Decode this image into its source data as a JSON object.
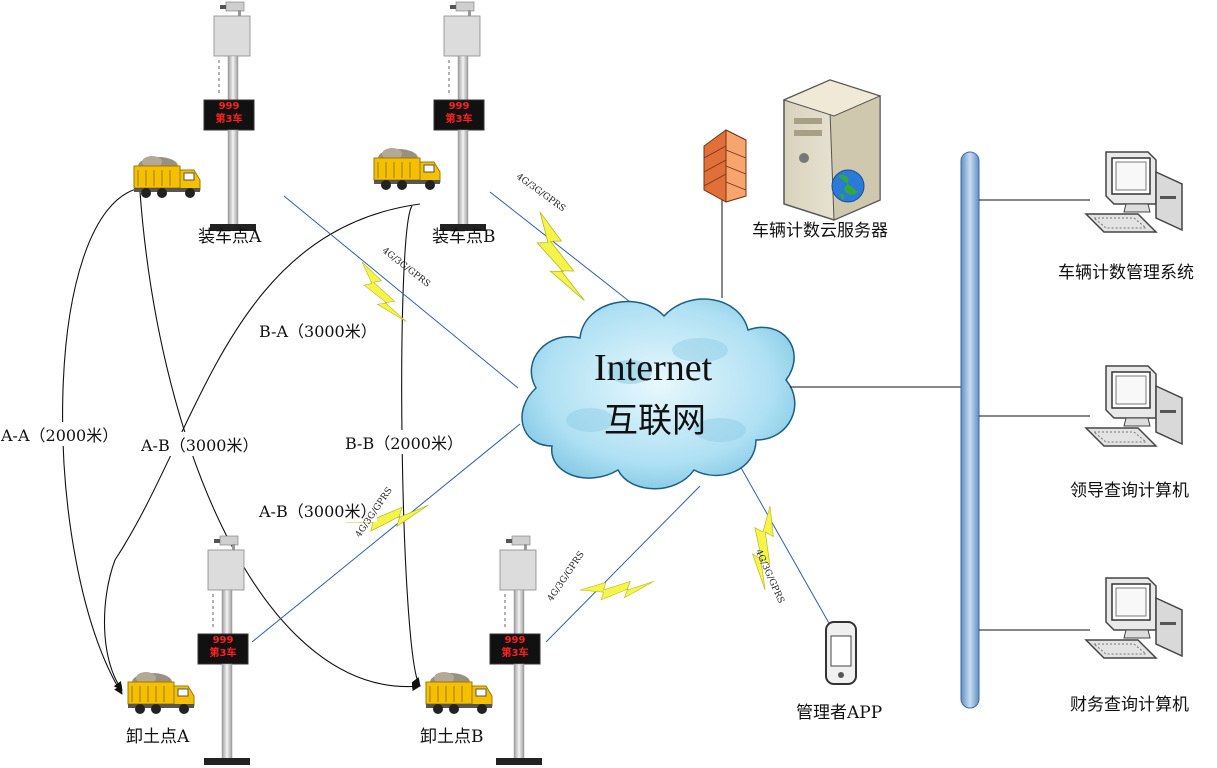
{
  "cloud": {
    "line1": "Internet",
    "line2": "互联网"
  },
  "sites": {
    "load_a": "装车点A",
    "load_b": "装车点B",
    "unload_a": "卸土点A",
    "unload_b": "卸土点B"
  },
  "display": {
    "count": "999",
    "truck_no": "第3车"
  },
  "routes": {
    "aa": "A-A（2000米）",
    "ab1": "A-B（3000米）",
    "ba": "B-A（3000米）",
    "bb": "B-B（2000米）",
    "ab2": "A-B（3000米）"
  },
  "wireless": "4G/3G/GPRS",
  "server": "车辆计数云服务器",
  "app": "管理者APP",
  "computers": [
    "车辆计数管理系统",
    "领导查询计算机",
    "财务查询计算机"
  ],
  "colors": {
    "bus": "#8fb3d9",
    "cloud": "#b7e4f5",
    "bolt": "#f4f44a",
    "display_text": "#ff2020",
    "truck": "#f5c000",
    "firewall": "#e0703a"
  }
}
